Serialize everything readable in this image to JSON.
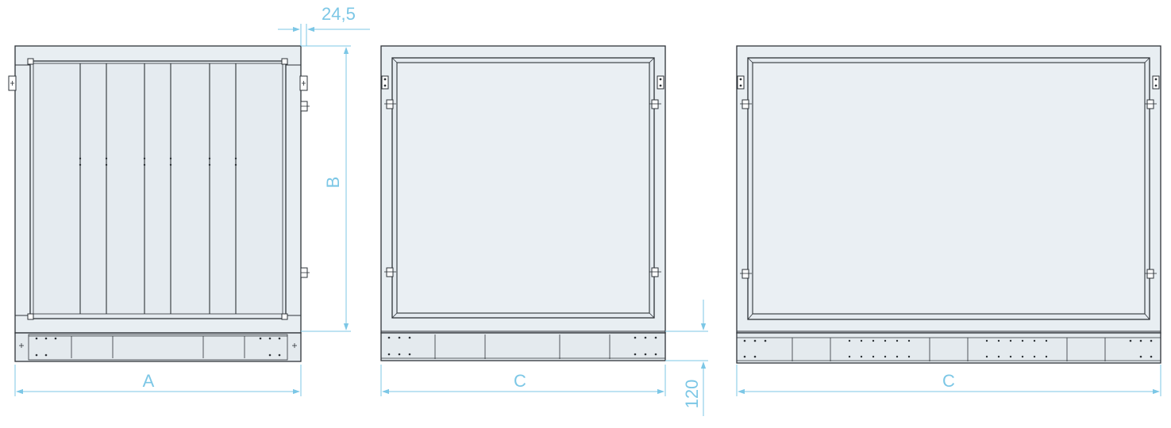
{
  "dimensions": {
    "a_label": "A",
    "b_label": "B",
    "c_label_middle": "C",
    "c_label_right": "C",
    "offset_label": "24,5",
    "base_height_label": "120"
  },
  "colors": {
    "dimension": "#7cc7e6",
    "outline": "#2e3338",
    "fill": "#e8eef2"
  },
  "icons": {
    "arrowhead": "dimension-arrow-icon",
    "hinge": "hinge-icon",
    "latch": "latch-icon",
    "screw": "screw-icon"
  }
}
